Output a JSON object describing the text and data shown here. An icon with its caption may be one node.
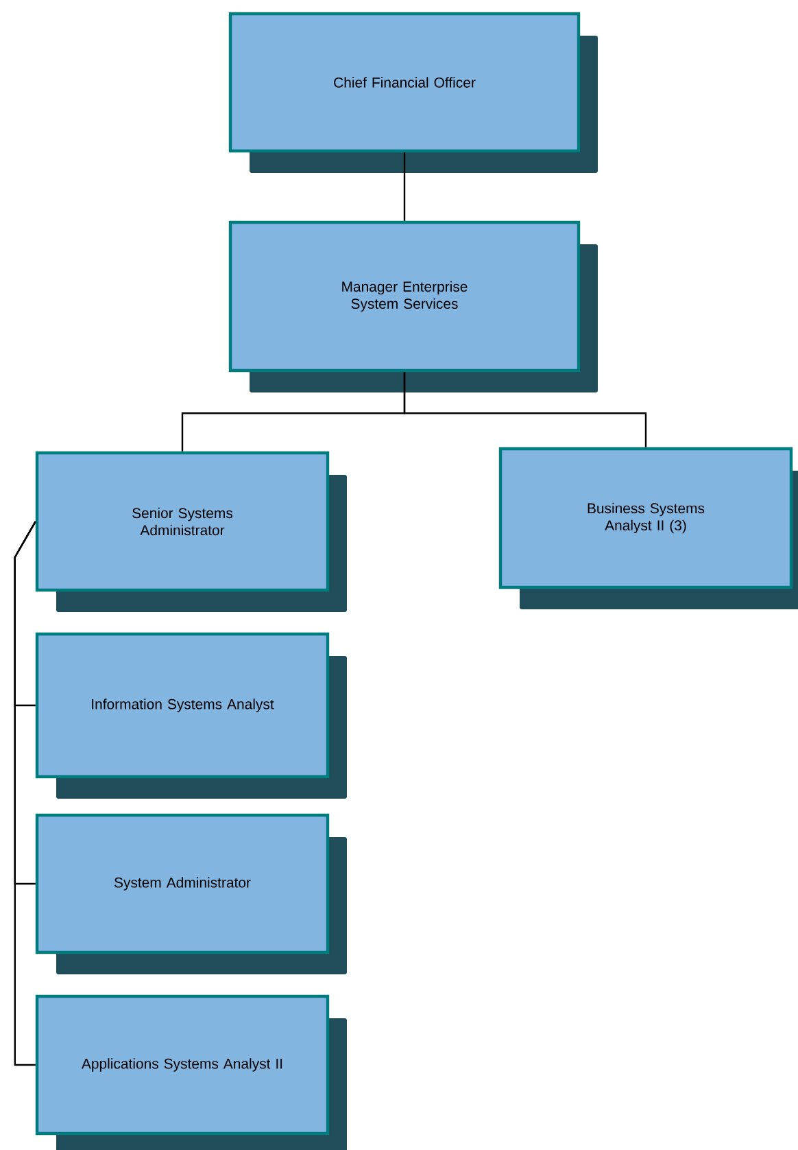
{
  "diagram": {
    "nodes": [
      {
        "text": [
          "Chief Financial Officer"
        ]
      },
      {
        "text": [
          "Manager Enterprise System Services"
        ]
      },
      {
        "text": [
          "Senior Systems Administrator"
        ]
      },
      {
        "text": [
          "Business Systems Analyst II (3)"
        ]
      },
      {
        "text": [
          "Information Systems Analyst"
        ]
      },
      {
        "text": [
          "System Administrator"
        ]
      },
      {
        "text": [
          "Applications Systems Analyst II"
        ]
      }
    ],
    "edges": [
      {
        "from": 0,
        "to": 1,
        "arrow": "none"
      },
      {
        "from": 1,
        "to": 2,
        "arrow": "none"
      },
      {
        "from": 1,
        "to": 3,
        "arrow": "none"
      },
      {
        "from": 2,
        "to": 4,
        "arrow": "none"
      },
      {
        "from": 2,
        "to": 5,
        "arrow": "none"
      },
      {
        "from": 2,
        "to": 6,
        "arrow": "none"
      }
    ]
  }
}
